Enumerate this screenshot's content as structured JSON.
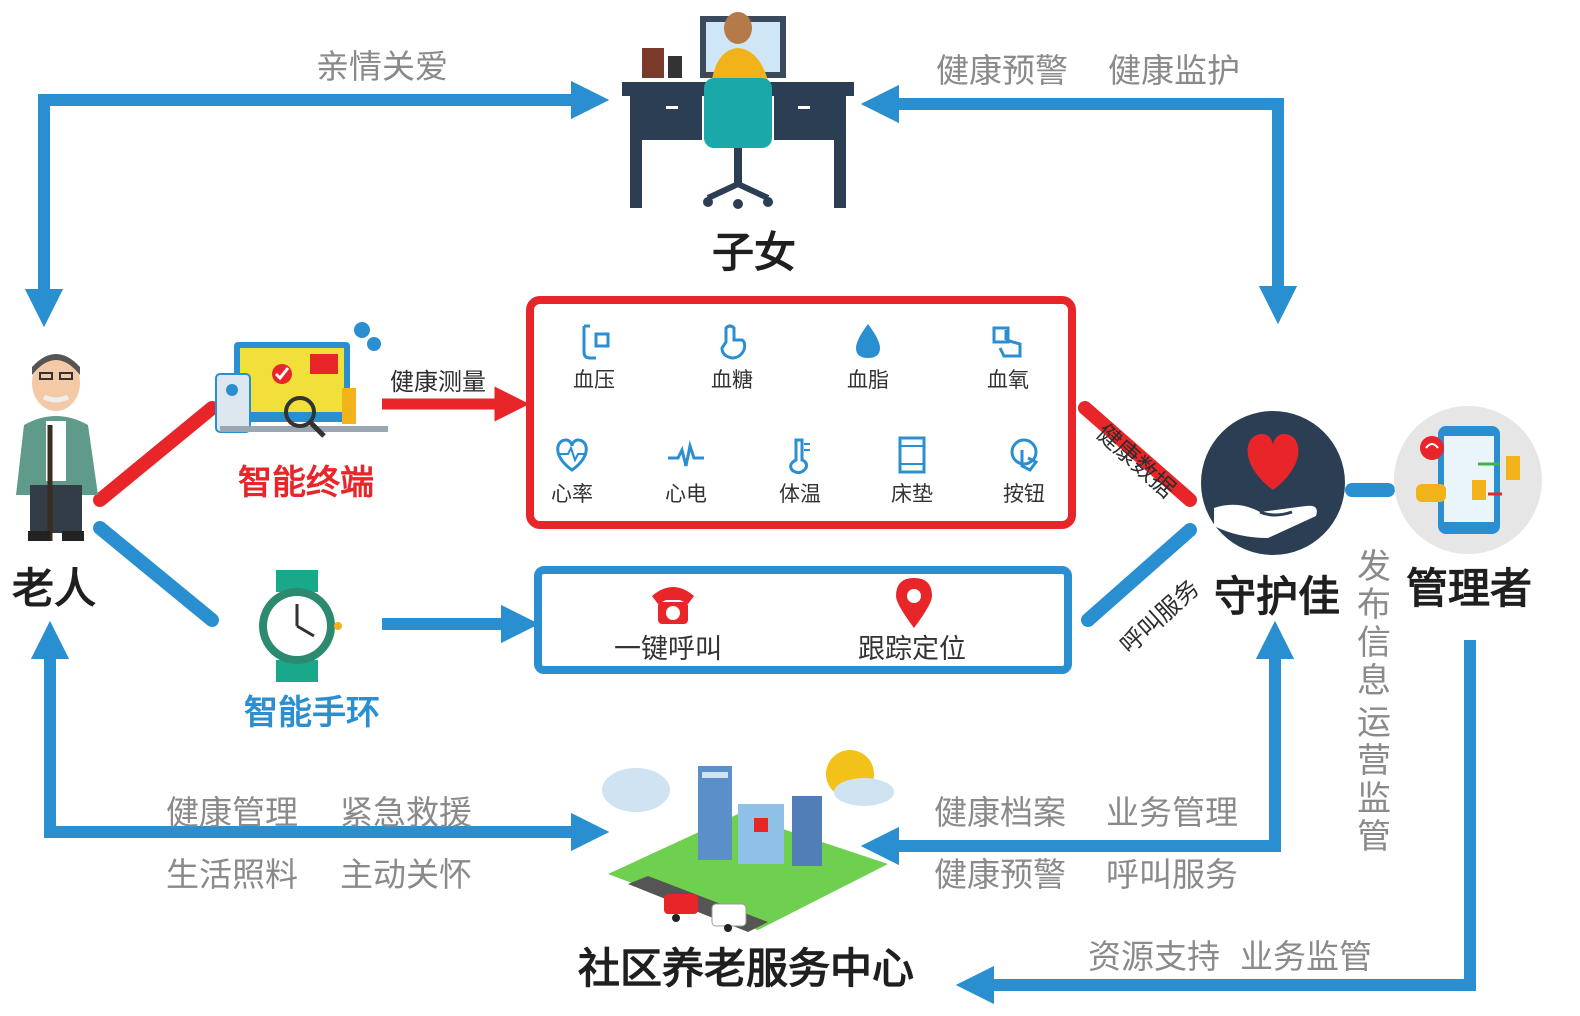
{
  "nodes": {
    "children": "子女",
    "elderly": "老人",
    "guardian": "守护佳",
    "manager": "管理者",
    "community": "社区养老服务中心"
  },
  "edges": {
    "family_care": "亲情关爱",
    "health_warning_top": "健康预警",
    "health_monitor_top": "健康监护",
    "health_measure": "健康测量",
    "health_data": "健康数据",
    "call_service": "呼叫服务",
    "publish_info": "发布信息",
    "ops_supervision": "运营监管",
    "health_mgmt": "健康管理",
    "emergency_rescue": "紧急救援",
    "life_care": "生活照料",
    "active_care": "主动关怀",
    "health_record": "健康档案",
    "business_mgmt": "业务管理",
    "health_warning_bottom": "健康预警",
    "call_service_bottom": "呼叫服务",
    "resource_support": "资源支持",
    "business_supervision": "业务监管"
  },
  "devices": {
    "terminal": "智能终端",
    "bracelet": "智能手环"
  },
  "terminal_items": [
    {
      "label": "血压",
      "icon": "blood-pressure-icon"
    },
    {
      "label": "血糖",
      "icon": "blood-sugar-icon"
    },
    {
      "label": "血脂",
      "icon": "blood-lipid-icon"
    },
    {
      "label": "血氧",
      "icon": "blood-oxygen-icon"
    },
    {
      "label": "心率",
      "icon": "heart-rate-icon"
    },
    {
      "label": "心电",
      "icon": "ecg-icon"
    },
    {
      "label": "体温",
      "icon": "thermometer-icon"
    },
    {
      "label": "床垫",
      "icon": "mattress-icon"
    },
    {
      "label": "按钮",
      "icon": "button-icon"
    }
  ],
  "bracelet_items": [
    {
      "label": "一键呼叫",
      "icon": "phone-icon"
    },
    {
      "label": "跟踪定位",
      "icon": "location-pin-icon"
    }
  ],
  "colors": {
    "blue": "#2a8fd0",
    "red": "#e8262a",
    "navy": "#2b3e54"
  }
}
